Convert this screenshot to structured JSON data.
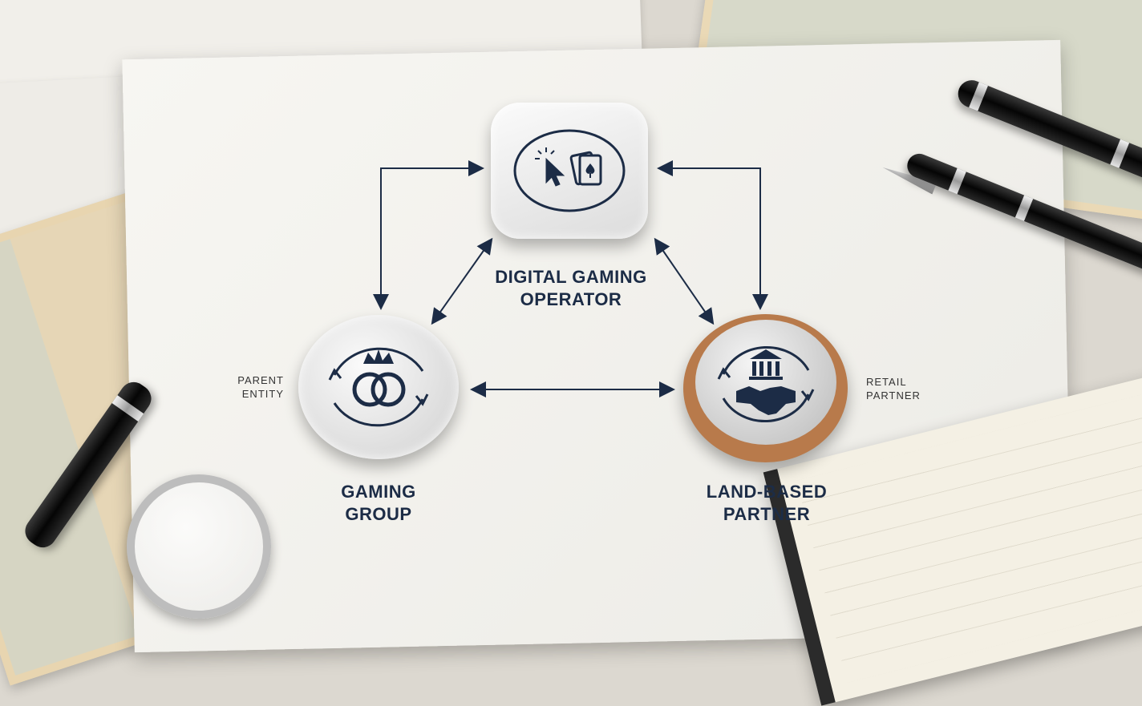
{
  "nodes": {
    "digital": {
      "label_line1": "DIGITAL GAMING",
      "label_line2": "OPERATOR"
    },
    "gaming": {
      "label_line1": "GAMING",
      "label_line2": "GROUP",
      "side_line1": "PARENT",
      "side_line2": "ENTITY"
    },
    "land": {
      "label_line1": "LAND-BASED",
      "label_line2": "PARTNER",
      "side_line1": "RETAIL",
      "side_line2": "PARTNER"
    }
  },
  "colors": {
    "ink": "#1c2c46",
    "wood": "#b87a4b"
  },
  "icons": {
    "digital": [
      "cursor-click-icon",
      "playing-cards-icon"
    ],
    "gaming": [
      "crown-icon",
      "interlocked-rings-icon",
      "cycle-arrows-icon"
    ],
    "land": [
      "bank-building-icon",
      "handshake-icon",
      "cycle-arrows-icon"
    ]
  }
}
